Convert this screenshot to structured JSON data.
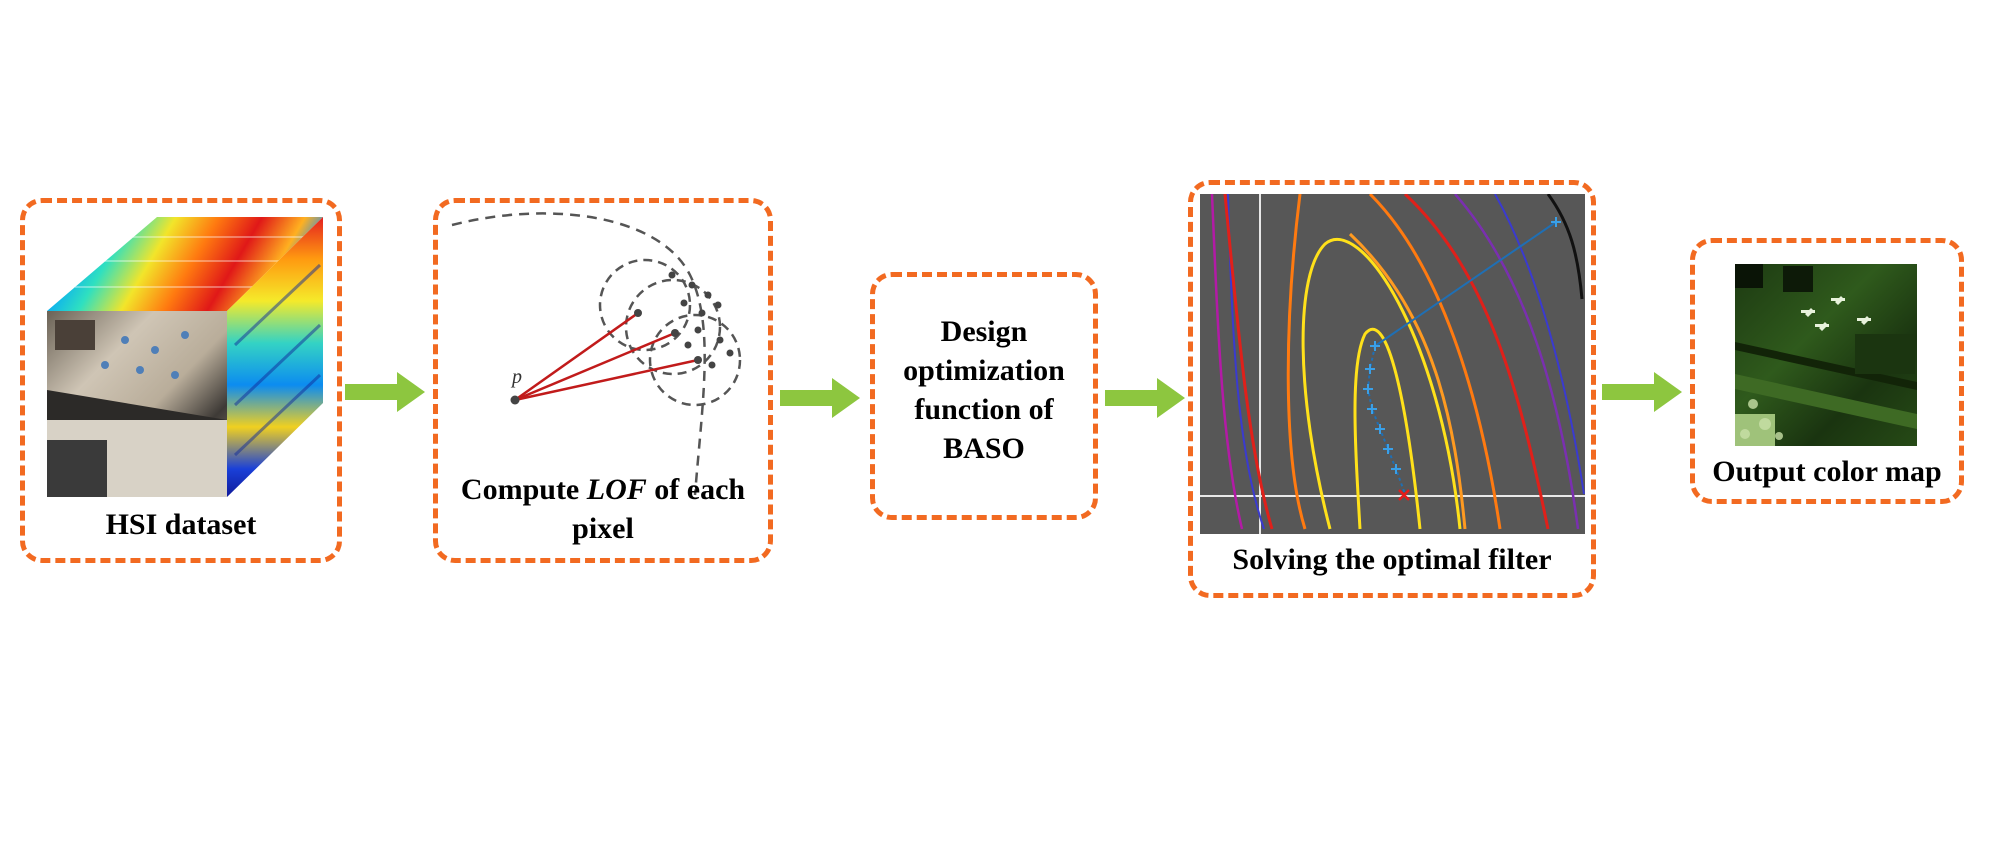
{
  "steps": [
    {
      "id": "hsi",
      "label": "HSI dataset"
    },
    {
      "id": "lof",
      "label_pre": "Compute ",
      "label_em": "LOF",
      "label_post": " of each pixel",
      "point_label": "p"
    },
    {
      "id": "design",
      "label": "Design optimization function of BASO"
    },
    {
      "id": "solve",
      "label": "Solving the optimal filter"
    },
    {
      "id": "output",
      "label": "Output color map"
    }
  ],
  "colors": {
    "box_border": "#f26a21",
    "arrow": "#8dc63f",
    "contour_bg": "#575757",
    "path": "#1f6fb4",
    "optimum": "#e51b1b"
  }
}
